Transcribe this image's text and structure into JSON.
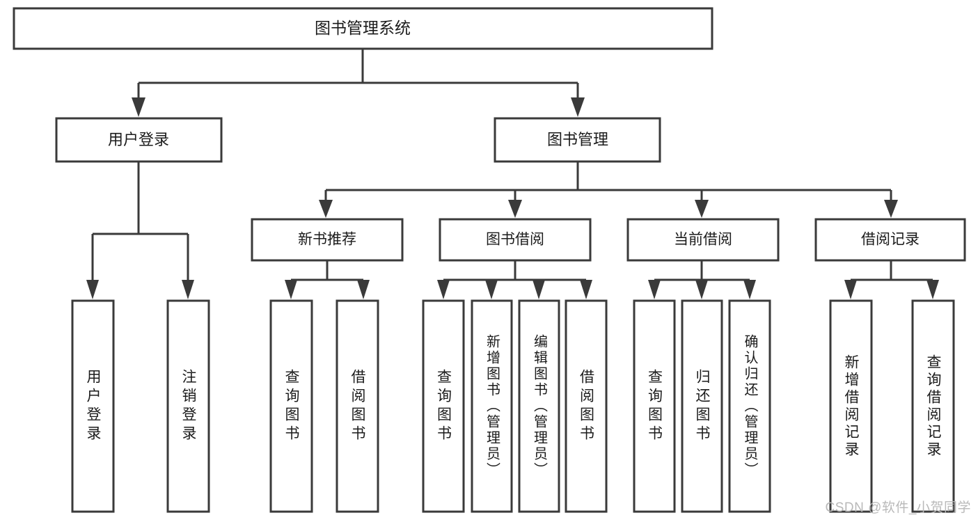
{
  "diagram": {
    "type": "tree-hierarchy",
    "title_node": {
      "label": "图书管理系统"
    },
    "level2": [
      {
        "id": "user-login",
        "label": "用户登录"
      },
      {
        "id": "book-management",
        "label": "图书管理"
      }
    ],
    "level3": [
      {
        "id": "new-book-recommend",
        "label": "新书推荐"
      },
      {
        "id": "book-borrow",
        "label": "图书借阅"
      },
      {
        "id": "current-borrow",
        "label": "当前借阅"
      },
      {
        "id": "borrow-record",
        "label": "借阅记录"
      }
    ],
    "leaves": {
      "user_login": [
        {
          "id": "leaf-user-login",
          "label": "用户登录"
        },
        {
          "id": "leaf-logout-login",
          "label": "注销登录"
        }
      ],
      "new_book_recommend": [
        {
          "id": "leaf-query-book-1",
          "label": "查询图书"
        },
        {
          "id": "leaf-borrow-book-1",
          "label": "借阅图书"
        }
      ],
      "book_borrow": [
        {
          "id": "leaf-query-book-2",
          "label": "查询图书"
        },
        {
          "id": "leaf-add-book",
          "label": "新增图书（管理员）"
        },
        {
          "id": "leaf-edit-book",
          "label": "编辑图书（管理员）"
        },
        {
          "id": "leaf-borrow-book-2",
          "label": "借阅图书"
        }
      ],
      "current_borrow": [
        {
          "id": "leaf-query-book-3",
          "label": "查询图书"
        },
        {
          "id": "leaf-return-book",
          "label": "归还图书"
        },
        {
          "id": "leaf-confirm-return",
          "label": "确认归还（管理员）"
        }
      ],
      "borrow_record": [
        {
          "id": "leaf-add-record",
          "label": "新增借阅记录"
        },
        {
          "id": "leaf-query-record",
          "label": "查询借阅记录"
        }
      ]
    },
    "colors": {
      "stroke": "#3a3a3a",
      "fill": "#ffffff",
      "text": "#1b1b1b",
      "watermark": "#b9b9b9"
    }
  },
  "watermark": {
    "text": "CSDN @软件_小贺同学"
  }
}
